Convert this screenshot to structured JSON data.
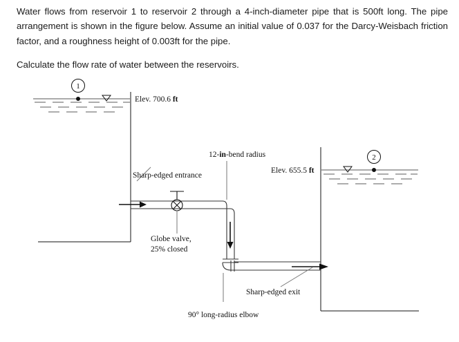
{
  "problem": {
    "paragraphs": [
      "Water flows from reservoir 1 to reservoir 2 through a 4-inch-diameter pipe that is 500ft long. The pipe arrangement is shown in the figure below.  Assume an initial value of 0.037 for the Darcy-Weisbach friction factor, and a roughness height of 0.003ft for the pipe.",
      "Calculate the flow rate of water between the reservoirs."
    ]
  },
  "figure": {
    "reservoir1": {
      "marker_label": "1",
      "elev_prefix": "Elev. 700.6",
      "elev_unit": "ft"
    },
    "reservoir2": {
      "marker_label": "2",
      "elev_prefix": "Elev. 655.5",
      "elev_unit": "ft"
    },
    "labels": {
      "entrance": "Sharp-edged entrance",
      "bend_radius_prefix": "12-",
      "bend_radius_bold": "in",
      "bend_radius_suffix": "-bend  radius",
      "valve_line1": "Globe valve,",
      "valve_line2": "25% closed",
      "exit": "Sharp-edged exit",
      "elbow_deg": "90°",
      "elbow_rest": " long-radius elbow"
    },
    "colors": {
      "line": "#111111",
      "water": "#555555",
      "text": "#111111"
    }
  }
}
